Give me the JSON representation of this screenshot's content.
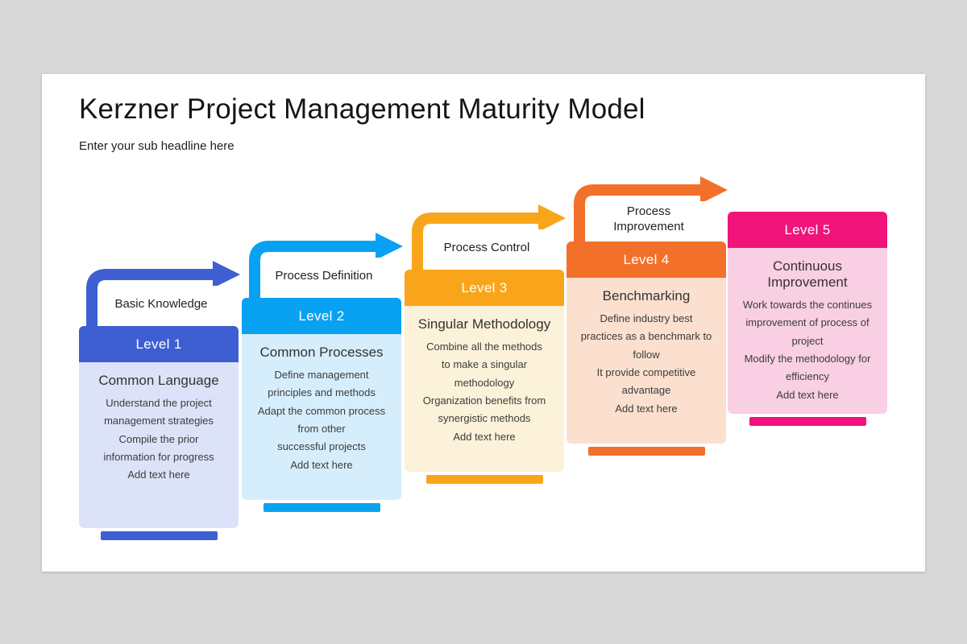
{
  "background_color": "#d9d9d9",
  "slide": {
    "title": "Kerzner Project Management Maturity Model",
    "subtitle": "Enter your sub headline here"
  },
  "levels": [
    {
      "label": "Level 1",
      "arrow_label": "Basic Knowledge",
      "card_title": "Common Language",
      "card_body": "Understand the project\nmanagement strategies\nCompile the prior\ninformation for progress\nAdd text here",
      "colors": {
        "main": "#3E5FD2",
        "light": "#DCE2F8"
      }
    },
    {
      "label": "Level 2",
      "arrow_label": "Process Definition",
      "card_title": "Common Processes",
      "card_body": "Define management\nprinciples and methods\nAdapt the common process\nfrom other\nsuccessful projects\nAdd text here",
      "colors": {
        "main": "#09A2F3",
        "light": "#D6EEFC"
      }
    },
    {
      "label": "Level 3",
      "arrow_label": "Process Control",
      "card_title": "Singular Methodology",
      "card_body": "Combine all the methods\nto make a singular\nmethodology\nOrganization benefits from\nsynergistic methods\nAdd text here",
      "colors": {
        "main": "#F9A51B",
        "light": "#FCF2D9"
      }
    },
    {
      "label": "Level 4",
      "arrow_label": "Process\nImprovement",
      "card_title": "Benchmarking",
      "card_body": "Define industry best\npractices as a benchmark to\nfollow\nIt provide competitive\nadvantage\nAdd text here",
      "colors": {
        "main": "#F3702B",
        "light": "#FBE0CF"
      }
    },
    {
      "label": "Level 5",
      "arrow_label": null,
      "card_title": "Continuous Improvement",
      "card_body": "Work towards the continues\nimprovement of process of\nproject\nModify the methodology for\nefficiency\nAdd text here",
      "colors": {
        "main": "#F0147B",
        "light": "#F9CFE3"
      }
    }
  ]
}
